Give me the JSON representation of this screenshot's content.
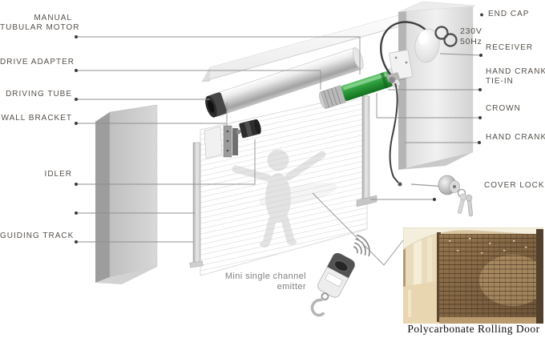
{
  "title": "Rolling door components exploded diagram",
  "labels": {
    "left": [
      {
        "id": "manual-tubular-motor",
        "lines": [
          "MANUAL",
          "TUBULAR MOTOR"
        ]
      },
      {
        "id": "drive-adapter",
        "lines": [
          "DRIVE ADAPTER"
        ]
      },
      {
        "id": "driving-tube",
        "lines": [
          "DRIVING TUBE"
        ]
      },
      {
        "id": "wall-bracket",
        "lines": [
          "WALL BRACKET"
        ]
      },
      {
        "id": "idler",
        "lines": [
          "IDLER"
        ]
      },
      {
        "id": "guiding-track",
        "lines": [
          "GUIDING TRACK"
        ]
      }
    ],
    "right": [
      {
        "id": "end-cap",
        "lines": [
          "END CAP"
        ]
      },
      {
        "id": "receiver",
        "lines": [
          "RECEIVER"
        ]
      },
      {
        "id": "hand-crank-tie-in",
        "lines": [
          "HAND CRANK",
          "TIE-IN"
        ]
      },
      {
        "id": "crown",
        "lines": [
          "CROWN"
        ]
      },
      {
        "id": "hand-crank",
        "lines": [
          "HAND CRANK"
        ]
      },
      {
        "id": "cover-lock",
        "lines": [
          "COVER LOCK"
        ]
      }
    ],
    "power": {
      "voltage": "230V",
      "frequency": "50Hz"
    },
    "emitter": {
      "lines": [
        "Mini single channel",
        "emitter"
      ]
    },
    "photo_caption": "Polycarbonate Rolling Door"
  },
  "colors": {
    "motor_green": "#2f9e3f",
    "label_text": "#55504b",
    "callout_line": "#909090",
    "callout_dot": "#3a3a3a"
  },
  "icons": {
    "plug_icon": "power-plug 230V/50Hz",
    "radio_waves_icon": "remote transmission waves"
  }
}
